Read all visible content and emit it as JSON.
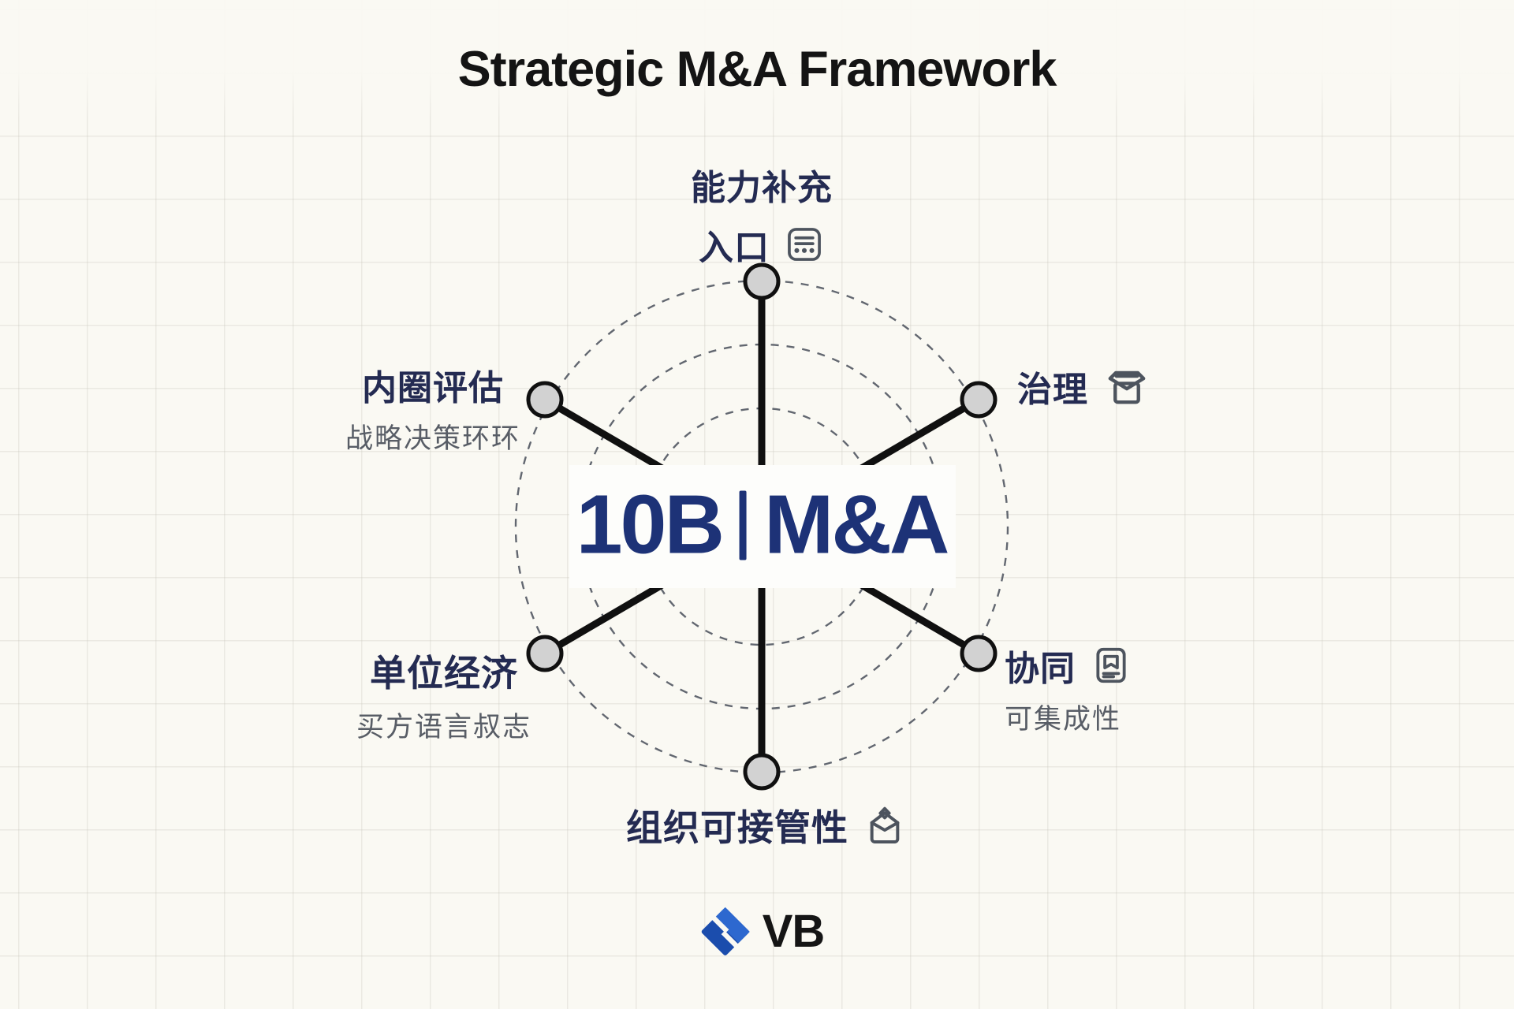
{
  "title": "Strategic M&A Framework",
  "hub": {
    "left": "10B",
    "right": "M&A"
  },
  "nodes": {
    "top": {
      "title": "能力补充",
      "subtitle": "入口",
      "icon": "form-lines-icon"
    },
    "upper_left": {
      "title": "内圈评估",
      "subtitle": "战略决策环环"
    },
    "upper_right": {
      "title": "治理",
      "icon": "open-box-icon"
    },
    "lower_left": {
      "title": "单位经济",
      "subtitle": "买方语言叔志"
    },
    "lower_right": {
      "title": "协同",
      "subtitle": "可集成性",
      "icon": "bookmark-card-icon"
    },
    "bottom": {
      "title": "组织可接管性",
      "icon": "open-envelope-icon"
    }
  },
  "footer": {
    "brand": "VB"
  },
  "colors": {
    "background": "#faf9f3",
    "hub_text": "#1d3277",
    "node_title": "#242b52",
    "node_subtitle": "#585d66",
    "spoke_line": "#101010",
    "dashed_circle": "#3d4350",
    "node_dot_fill": "#d2d2d2",
    "icon_stroke": "#4d545e",
    "logo_blue_light": "#2d68cf",
    "logo_blue_dark": "#1b4dad"
  }
}
